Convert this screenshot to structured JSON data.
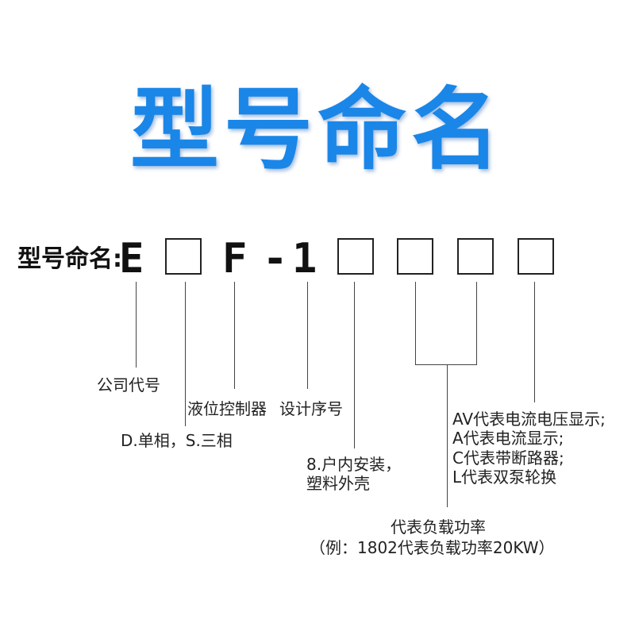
{
  "title": "型号命名",
  "naming_label": "型号命名:",
  "code_chars": {
    "e": "E",
    "f": "F",
    "dash": "-",
    "one": "1"
  },
  "descriptions": {
    "company_code": "公司代号",
    "controller": "液位控制器",
    "design_seq": "设计序号",
    "phase": "D.单相，S.三相",
    "install": [
      "8.户内安装，",
      "塑料外壳"
    ],
    "display": [
      "AV代表电流电压显示;",
      "A代表电流显示;",
      "C代表带断路器;",
      "L代表双泵轮换"
    ],
    "power": "代表负载功率",
    "power_example": "（例：1802代表负载功率20KW）"
  }
}
